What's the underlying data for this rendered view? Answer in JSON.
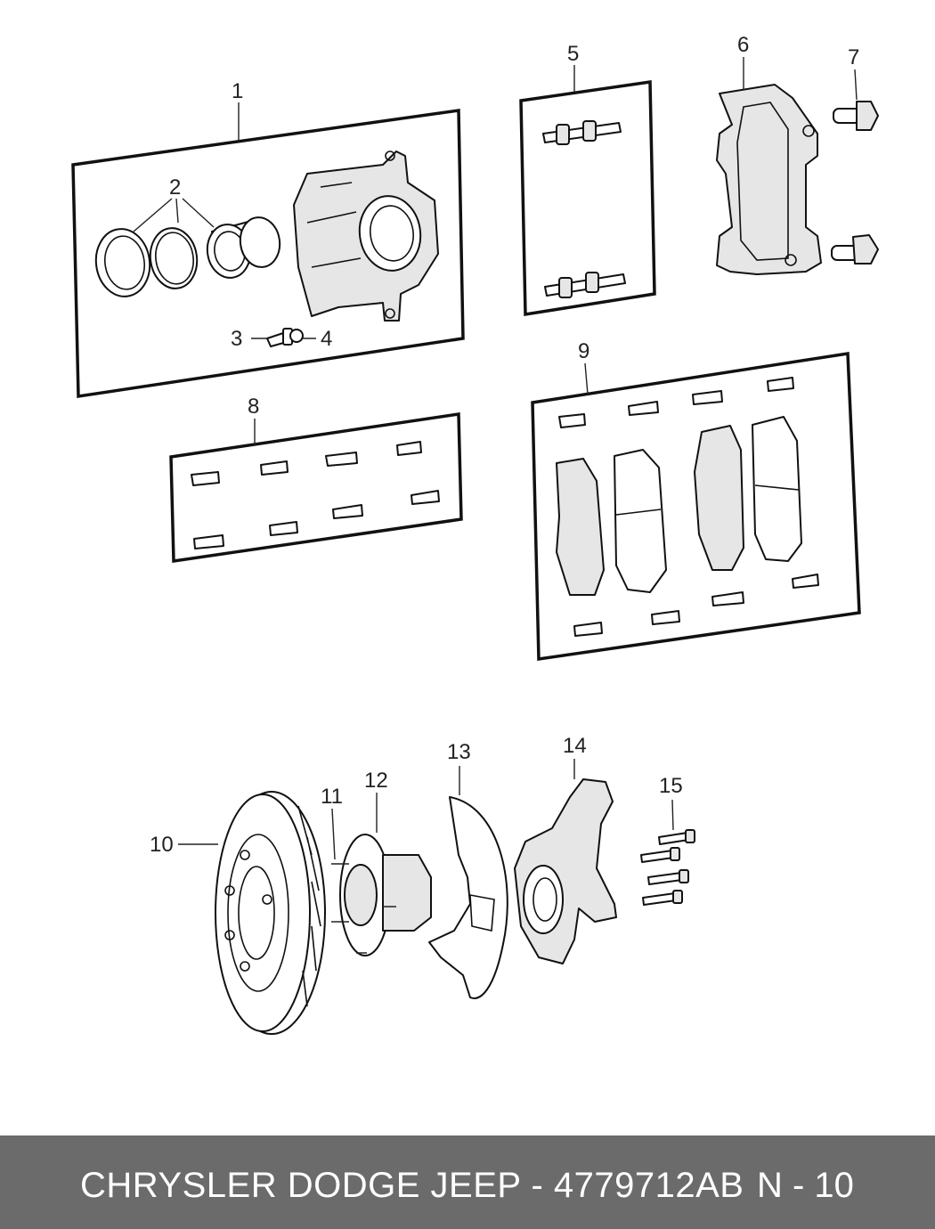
{
  "callouts": [
    "1",
    "2",
    "3",
    "4",
    "5",
    "6",
    "7",
    "8",
    "9",
    "10",
    "11",
    "12",
    "13",
    "14",
    "15"
  ],
  "footer": {
    "title": "CHRYSLER DODGE JEEP - 4779712AB",
    "page": "N - 10"
  }
}
